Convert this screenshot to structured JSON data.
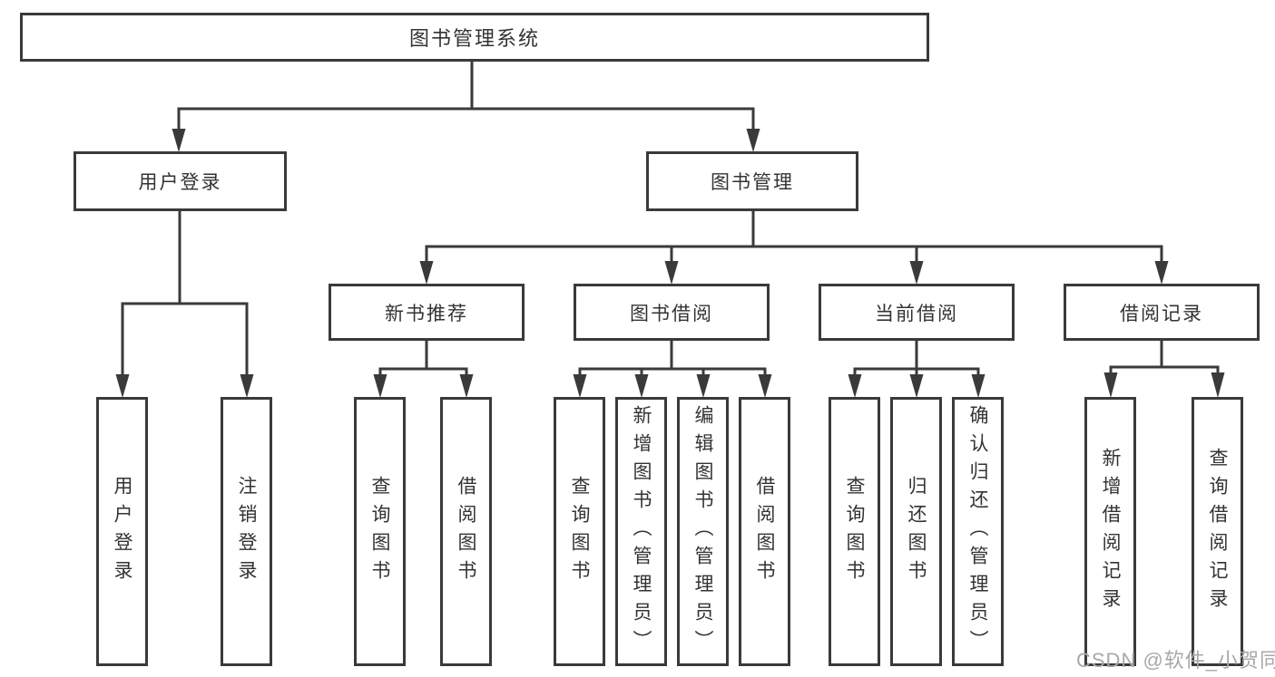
{
  "diagram": {
    "root": "图书管理系统",
    "user_login": {
      "label": "用户登录",
      "children": [
        "用户登录",
        "注销登录"
      ]
    },
    "book_mgmt": {
      "label": "图书管理",
      "children": [
        {
          "label": "新书推荐",
          "children": [
            "查询图书",
            "借阅图书"
          ]
        },
        {
          "label": "图书借阅",
          "children": [
            "查询图书",
            "新增图书（管理员）",
            "编辑图书（管理员）",
            "借阅图书"
          ]
        },
        {
          "label": "当前借阅",
          "children": [
            "查询图书",
            "归还图书",
            "确认归还（管理员）"
          ]
        },
        {
          "label": "借阅记录",
          "children": [
            "新增借阅记录",
            "查询借阅记录"
          ]
        }
      ]
    }
  },
  "watermark": "CSDN @软件_小贺同学",
  "colors": {
    "line": "#3a3a3a",
    "text": "#333333",
    "watermark": "#a8a8a8",
    "background": "#ffffff"
  }
}
